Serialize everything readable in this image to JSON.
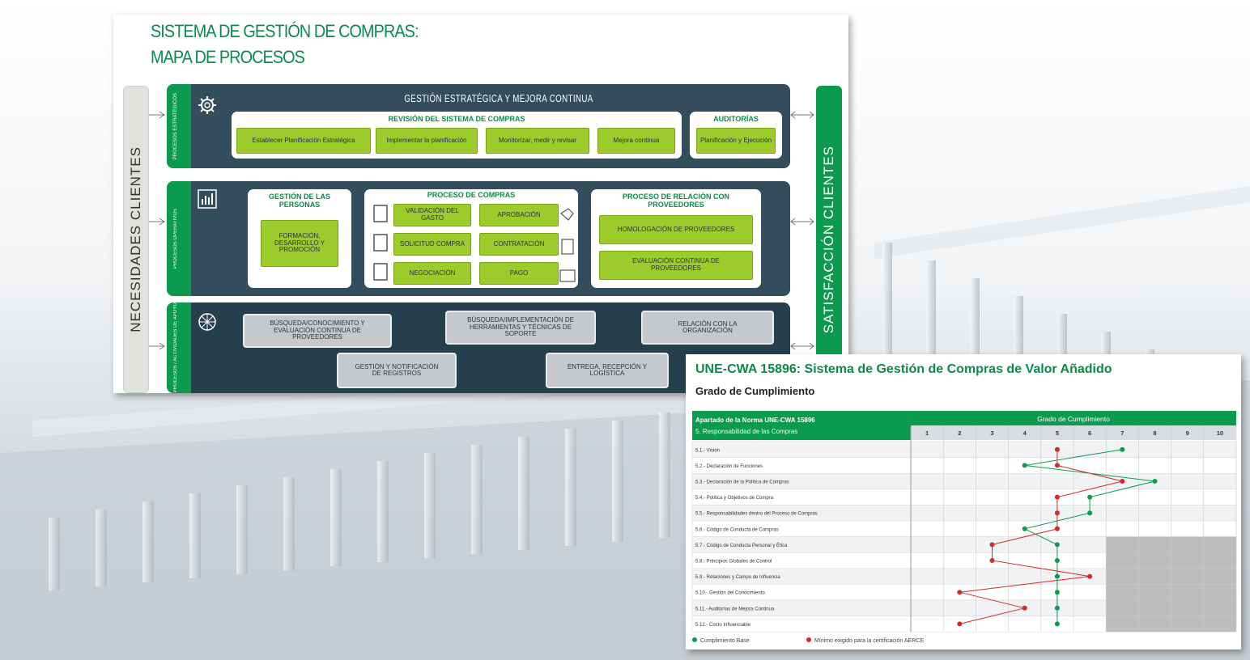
{
  "colors": {
    "green": "#0c9a4e",
    "lime": "#9ccc2c",
    "navy": "#334d5c",
    "grey_box": "#c5c9cc",
    "red": "#d62828"
  },
  "map": {
    "title_line1": "SISTEMA DE GESTIÓN DE COMPRAS:",
    "title_line2": "MAPA DE PROCESOS",
    "left_sidebar": "NECESIDADES CLIENTES",
    "right_sidebar": "SATISFACCIÓN CLIENTES",
    "strategic": {
      "label": "PROCESOS ESTRATÉGICOS",
      "icon": "gear-icon",
      "header": "GESTIÓN ESTRATÉGICA Y MEJORA CONTINUA",
      "revision_title": "REVISIÓN DEL SISTEMA DE COMPRAS",
      "revision_items": [
        "Establecer Planificación Estratégica",
        "Implementar la planificación",
        "Monitorizar, medir y revisar",
        "Mejora continua"
      ],
      "audit_title": "AUDITORÍAS",
      "audit_item": "Planificación y Ejecución"
    },
    "operative": {
      "label": "PROCESOS OPERATIVOS",
      "icon": "bar-chart-icon",
      "people_title": "GESTIÓN DE LAS PERSONAS",
      "people_item": "FORMACIÓN, DESARROLLO Y PROMOCIÓN",
      "purchase_title": "PROCESO DE COMPRAS",
      "purchase_items": [
        "VALIDACIÓN DEL GASTO",
        "APROBACIÓN",
        "SOLICITUD COMPRA",
        "CONTRATACIÓN",
        "NEGOCIACIÓN",
        "PAGO"
      ],
      "supplier_title": "PROCESO DE RELACIÓN CON PROVEEDORES",
      "supplier_items": [
        "HOMOLOGACIÓN DE PROVEEDORES",
        "EVALUACIÓN CONTINUA DE PROVEEDORES"
      ]
    },
    "support": {
      "label": "PROCESOS / ACTIVIDADES DE APOYO",
      "icon": "network-icon",
      "items": [
        "BÚSQUEDA/CONOCIMIENTO Y EVALUACIÓN CONTINUA DE PROVEEDORES",
        "BÚSQUEDA/IMPLEMENTACIÓN DE HERRAMIENTAS Y TÉCNICAS DE SOPORTE",
        "RELACIÓN CON LA ORGANIZACIÓN",
        "GESTIÓN Y NOTIFICACIÓN DE REGISTROS",
        "ENTREGA, RECEPCIÓN Y LOGÍSTICA"
      ]
    }
  },
  "compliance": {
    "title": "UNE-CWA 15896: Sistema de Gestión de Compras de Valor Añadido",
    "subtitle": "Grado de Cumplimiento",
    "table_header_left_1": "Apartado de la Norma UNE-CWA 15896",
    "table_header_left_2": "5. Responsabilidad de las Compras",
    "table_header_right": "Grado de Cumplimiento",
    "legend_green": "Cumplimiento Base",
    "legend_red": "Mínimo exigido para la certificación AERCE"
  },
  "chart_data": {
    "type": "line",
    "title": "Grado de Cumplimiento",
    "x_ticks": [
      1,
      2,
      3,
      4,
      5,
      6,
      7,
      8,
      9,
      10
    ],
    "categories": [
      "5.1.- Visión",
      "5.2.- Declaración de Funciones",
      "5.3.- Declaración de la Política de Compras",
      "5.4.- Política y Objetivos de Compra",
      "5.5.- Responsabilidades dentro del Proceso de Compras",
      "5.6.- Código de Conducta de Compras",
      "5.7.- Código de Conducta Personal y Ética",
      "5.8.- Principios Globales de Control",
      "5.9.- Relaciones y Campo de Influencia",
      "5.10.- Gestión del Conocimiento",
      "5.11.- Auditorías de Mejora Continua",
      "5.12.- Costo Influenciable"
    ],
    "series": [
      {
        "name": "Cumplimiento Base",
        "color": "#0c9a4e",
        "values": [
          7,
          4,
          8,
          6,
          6,
          4,
          5,
          5,
          5,
          5,
          5,
          5
        ]
      },
      {
        "name": "Mínimo exigido para la certificación AERCE",
        "color": "#d62828",
        "values": [
          5,
          5,
          7,
          5,
          5,
          5,
          3,
          3,
          6,
          2,
          4,
          2
        ]
      }
    ],
    "shaded_from_row": 6,
    "shaded_from_value": 6,
    "xlim": [
      0,
      10
    ]
  }
}
